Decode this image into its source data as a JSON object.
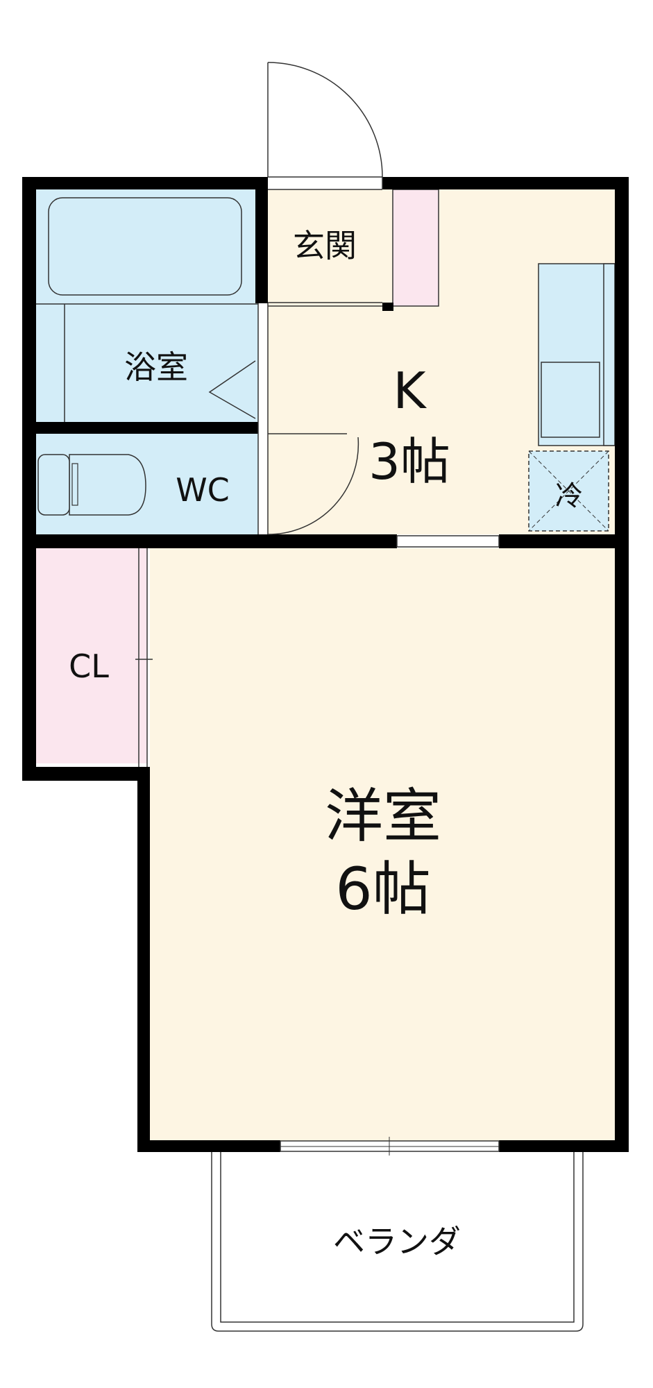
{
  "labels": {
    "entrance": "玄関",
    "bathroom": "浴室",
    "toilet": "WC",
    "kitchen_name": "K",
    "kitchen_size": "3帖",
    "fridge": "冷",
    "closet": "CL",
    "western_room_name": "洋室",
    "western_room_size": "6帖",
    "veranda": "ベランダ"
  },
  "colors": {
    "wall": "#000000",
    "floor_wood": "#fdf5e3",
    "wet_area": "#d3edf8",
    "storage": "#fbe6ee",
    "line": "#333333"
  }
}
